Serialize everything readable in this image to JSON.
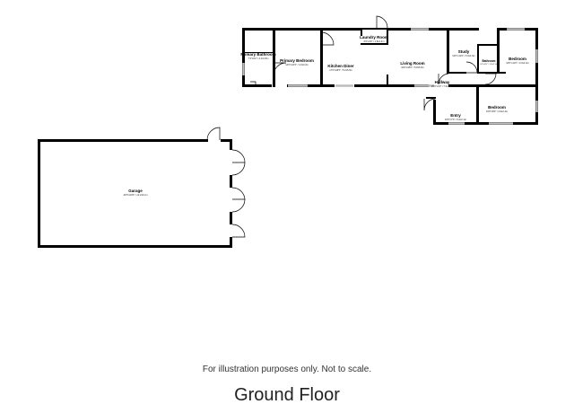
{
  "floor": {
    "title": "Ground Floor",
    "disclaimer": "For illustration purposes only. Not to scale."
  },
  "rooms": {
    "primary_bathroom": {
      "name": "Primary Bathroom",
      "dims": "7'4\"x9'2\" / 2.2x2.8m"
    },
    "primary_bedroom": {
      "name": "Primary Bedroom",
      "dims": "14'0\"x10'6\" / 4.3x3.2m"
    },
    "kitchen_diner": {
      "name": "Kitchen Diner",
      "dims": "17'0\"x18'0\" / 5.2x5.5m"
    },
    "laundry_room": {
      "name": "Laundry Room",
      "dims": "6'0\"x4'0\" / 1.8x1.2m"
    },
    "living_room": {
      "name": "Living Room",
      "dims": "19'0\"x18'0\" / 5.8x5.5m"
    },
    "study": {
      "name": "Study",
      "dims": "10'0\"x11'0\" / 3.0x3.4m"
    },
    "bathroom": {
      "name": "Bathroom",
      "dims": "6'0\"x9'0\" / 1.8x2.7m"
    },
    "bedroom_1": {
      "name": "Bedroom",
      "dims": "10'0\"x11'0\" / 3.0x3.4m"
    },
    "hallway": {
      "name": "Hallway",
      "dims": "25'0\"x4'0\" / 7.6x1.2m"
    },
    "entry": {
      "name": "Entry",
      "dims": "10'0\"x7'0\" / 3.0x2.1m"
    },
    "bedroom_2": {
      "name": "Bedroom",
      "dims": "16'0\"x8'0\" / 4.9x2.4m"
    },
    "garage": {
      "name": "Garage",
      "dims": "40'0\"x20'0\" / 12.2x6.1m"
    }
  }
}
